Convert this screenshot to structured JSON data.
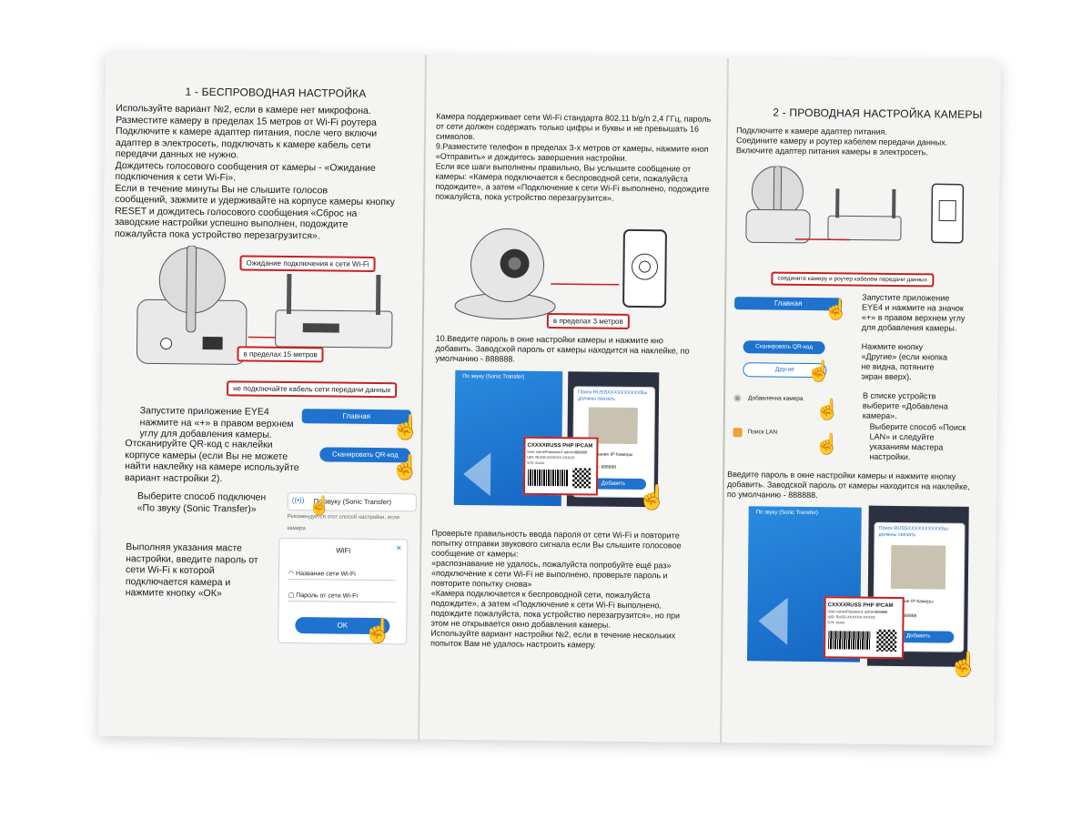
{
  "panel1": {
    "title": "1 - БЕСПРОВОДНАЯ НАСТРОЙКА",
    "intro": "Используйте вариант №2, если в камере нет микрофона.\n   Разместите камеру в пределах 15 метров от Wi-Fi роутера\n   Подключите к камере адаптер питания, после чего включи\nадаптер в электросеть, подключать к камере кабель сети\nпередачи данных не нужно.\n   Дождитесь голосового сообщения от камеры - «Ожидание\nподключения к сети Wi-Fi».\n   Если в течение минуты Вы не слышите голосов\nсообщений, зажмите и удерживайте на корпусе камеры кнопку\nRESET и дождитесь голосового сообщения «Сброс на\nзаводские настройки успешно выполнен, подождите\nпожалуйста пока устройство перезагрузится».",
    "label_waiting": "Ожидание подключения к сети Wi-Fi",
    "label_range": "в пределах 15 метров",
    "label_no_cable": "не подключайте кабель сети передачи данных",
    "step_launch": "Запустите приложение EYE4\nнажмите на «+» в правом верхнем\nуглу для добавления камеры.",
    "bar_home": "Главная",
    "step_scan": "Отсканируйте QR-код с наклейки\nкорпусе камеры (если Вы не можете\nнайти наклейку на камере используйте\nвариант настройки 2).",
    "btn_scan": "Сканировать QR-код",
    "step_method": "Выберите способ подключен\n«По звуку (Sonic Transfer)»",
    "option_sonic": "По звуку (Sonic Transfer)",
    "option_hint": "Рекомендуется этот способ настройки, если камера",
    "step_wifi": "Выполняя указания масте\nнастройки, введите пароль от\nсети Wi-Fi к которой\nподключается камера и\nнажмите кнопку «ОК»",
    "dialog_title": "WiFi",
    "field_name": "Название сети Wi-Fi",
    "field_pass": "Пароль от сети Wi-Fi",
    "btn_ok": "OK"
  },
  "panel2": {
    "intro": "Камера поддерживает сети Wi-Fi стандарта 802.11 b/g/n 2,4 ГГц, пароль\nот сети должен содержать только цифры и буквы и не превышать 16\nсимволов.\n9.Разместите телефон в пределах 3-х метров от камеры, нажмите кноп\n«Отправить» и дождитесь завершения настройки.\nЕсли все шаги выполнены правильно, Вы услышите сообщение от\nкамеры: «Камера подключается к беспроводной сети, пожалуйста\nподождите», а затем «Подключение к сети Wi-Fi выполнено, подождите\nпожалуйста, пока устройство перезагрузится».",
    "label_range3": "в пределах 3 метров",
    "step10": "10.Введите пароль в окне настройки камеры и нажмите кно\nдобавить. Заводской пароль от камеры находится на наклейке, по\nумолчанию - 888888.",
    "screen_title": "По звуку (Sonic Transfer)",
    "popup_title": "Поиск RUSSXXXXXXXXXXВы\nдолжны связать",
    "popup_name": "Имя: Название IP-Камеры",
    "popup_pass": "Пароль: 888888",
    "popup_btn": "Добавить",
    "sticker_title": "CXXXXRUSS PHP IPCAM",
    "sticker_line1": "User name/Password: admin/888888",
    "sticker_line2": "UID: RUSS-XXXXXX-XXXXX",
    "sticker_line3": "S.N: xxxxx",
    "outro": "Проверьте правильность ввода пароля от сети Wi-Fi и повторите\nпопытку отправки звукового сигнала если Вы слышите голосовое\nсообщение от камеры:\n«распознавание не удалось, пожалуйста попробуйте ещё раз»\n«подключение к сети Wi-Fi не выполнено, проверьте пароль и\nповторите попытку снова»\n«Камера подключается к беспроводной сети, пожалуйста\nподождите», а затем «Подключение к сети Wi-Fi выполнено,\nподождите пожалуйста, пока устройство перезагрузится», но при\nэтом не открывается окно добавления камеры.\nИспользуйте вариант настройки №2, если в течение нескольких\nпопыток Вам не удалось настроить камеру."
  },
  "panel3": {
    "title": "2 - ПРОВОДНАЯ НАСТРОЙКА КАМЕРЫ",
    "intro": "Подключите к камере адаптер питания.\nСоедините камеру и роутер кабелем передачи данных.\nВключите адаптер питания камеры в электросеть.",
    "label_cable": "соедините камеру и роутер кабелем передачи данных",
    "bar_home": "Главная",
    "step_launch": "Запустите приложение\nEYE4 и нажмите на значок\n«+» в правом верхнем углу\nдля добавления камеры.",
    "btn_scan": "Сканировать QR-код",
    "btn_other": "Другие",
    "step_other": "Нажмите кнопку\n«Другие» (если кнопка\nне видна, потяните\nэкран вверх).",
    "item_add": "Добавленна камера",
    "step_list": "В списке устройств\nвыберите «Добавлена\nкамера».",
    "item_lan": "Поиск LAN",
    "step_lan": "Выберите способ «Поиск\nLAN» и следуйте\nуказаниям мастера\nнастройки.",
    "step_pass": "Введите пароль в окне настройки камеры и нажмите кнопку\nдобавить. Заводской пароль от камеры находится на наклейке,\nпо умолчанию - 888888.",
    "screen_title": "По звуку (Sonic Transfer)",
    "popup_title": "Поиск RUSSXXXXXXXXXXВы\nдолжны связать",
    "popup_name": "Имя: Название IP-Камеры",
    "popup_pass": "Пароль: 888888",
    "popup_btn": "Добавить",
    "sticker_title": "CXXXXRUSS PHP IPCAM",
    "sticker_line1": "User name/Password: admin/888888",
    "sticker_line2": "UID: RUSS-XXXXXX-XXXXX",
    "sticker_line3": "S.N: xxxxx"
  },
  "colors": {
    "accent_blue": "#1f73cf",
    "label_red": "#c92020",
    "paper": "#f4f4f2"
  }
}
